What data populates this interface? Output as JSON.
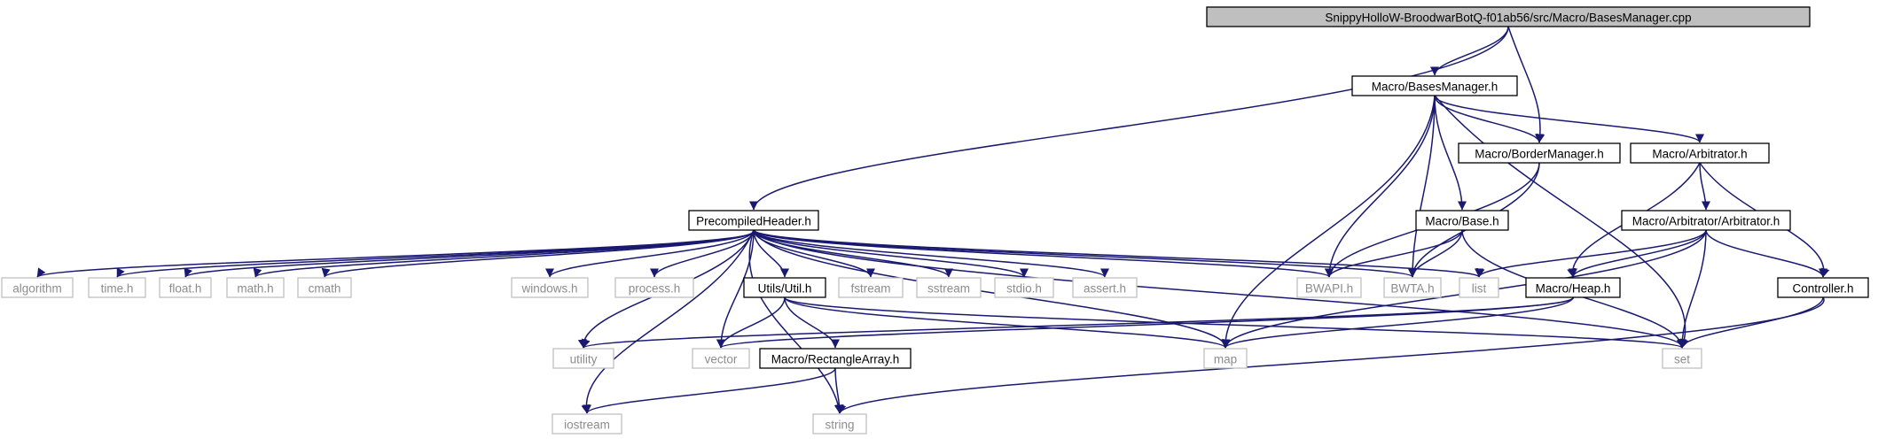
{
  "graph": {
    "type": "include-dependency-graph",
    "colors": {
      "edge": "#191970",
      "root_fill": "#bfbfbf",
      "node_border": "#000000",
      "external_border": "#bfbfbf",
      "external_text": "#8c8c8c"
    },
    "nodes": [
      {
        "id": "root",
        "label": "SnippyHolloW-BroodwarBotQ-f01ab56/src/Macro/BasesManager.cpp",
        "kind": "root"
      },
      {
        "id": "basesmanager_h",
        "label": "Macro/BasesManager.h",
        "kind": "primary"
      },
      {
        "id": "precompiled",
        "label": "PrecompiledHeader.h",
        "kind": "primary"
      },
      {
        "id": "bordermanager",
        "label": "Macro/BorderManager.h",
        "kind": "primary"
      },
      {
        "id": "arbitrator_h",
        "label": "Macro/Arbitrator.h",
        "kind": "primary"
      },
      {
        "id": "base_h",
        "label": "Macro/Base.h",
        "kind": "primary"
      },
      {
        "id": "arbarb",
        "label": "Macro/Arbitrator/Arbitrator.h",
        "kind": "primary"
      },
      {
        "id": "utilh",
        "label": "Utils/Util.h",
        "kind": "primary"
      },
      {
        "id": "heap",
        "label": "Macro/Heap.h",
        "kind": "primary"
      },
      {
        "id": "controller",
        "label": "Controller.h",
        "kind": "primary"
      },
      {
        "id": "rectarr",
        "label": "Macro/RectangleArray.h",
        "kind": "primary"
      },
      {
        "id": "algorithm",
        "label": "algorithm",
        "kind": "external"
      },
      {
        "id": "time",
        "label": "time.h",
        "kind": "external"
      },
      {
        "id": "float",
        "label": "float.h",
        "kind": "external"
      },
      {
        "id": "math",
        "label": "math.h",
        "kind": "external"
      },
      {
        "id": "cmath",
        "label": "cmath",
        "kind": "external"
      },
      {
        "id": "windows",
        "label": "windows.h",
        "kind": "external"
      },
      {
        "id": "process",
        "label": "process.h",
        "kind": "external"
      },
      {
        "id": "fstream",
        "label": "fstream",
        "kind": "external"
      },
      {
        "id": "sstream",
        "label": "sstream",
        "kind": "external"
      },
      {
        "id": "stdio",
        "label": "stdio.h",
        "kind": "external"
      },
      {
        "id": "assert",
        "label": "assert.h",
        "kind": "external"
      },
      {
        "id": "bwapi",
        "label": "BWAPI.h",
        "kind": "external"
      },
      {
        "id": "bwta",
        "label": "BWTA.h",
        "kind": "external"
      },
      {
        "id": "list",
        "label": "list",
        "kind": "external"
      },
      {
        "id": "utility",
        "label": "utility",
        "kind": "external"
      },
      {
        "id": "vector",
        "label": "vector",
        "kind": "external"
      },
      {
        "id": "map",
        "label": "map",
        "kind": "external"
      },
      {
        "id": "set",
        "label": "set",
        "kind": "external"
      },
      {
        "id": "iostream",
        "label": "iostream",
        "kind": "external"
      },
      {
        "id": "string",
        "label": "string",
        "kind": "external"
      }
    ],
    "edges": [
      {
        "from": "root",
        "to": "basesmanager_h"
      },
      {
        "from": "root",
        "to": "precompiled"
      },
      {
        "from": "root",
        "to": "bordermanager"
      },
      {
        "from": "basesmanager_h",
        "to": "bordermanager"
      },
      {
        "from": "basesmanager_h",
        "to": "arbitrator_h"
      },
      {
        "from": "basesmanager_h",
        "to": "base_h"
      },
      {
        "from": "basesmanager_h",
        "to": "bwapi"
      },
      {
        "from": "basesmanager_h",
        "to": "bwta"
      },
      {
        "from": "basesmanager_h",
        "to": "map"
      },
      {
        "from": "basesmanager_h",
        "to": "set"
      },
      {
        "from": "bordermanager",
        "to": "bwapi"
      },
      {
        "from": "bordermanager",
        "to": "bwta"
      },
      {
        "from": "arbitrator_h",
        "to": "arbarb"
      },
      {
        "from": "arbitrator_h",
        "to": "heap"
      },
      {
        "from": "arbitrator_h",
        "to": "controller"
      },
      {
        "from": "base_h",
        "to": "bwapi"
      },
      {
        "from": "base_h",
        "to": "bwta"
      },
      {
        "from": "base_h",
        "to": "set"
      },
      {
        "from": "arbarb",
        "to": "list"
      },
      {
        "from": "arbarb",
        "to": "heap"
      },
      {
        "from": "arbarb",
        "to": "controller"
      },
      {
        "from": "arbarb",
        "to": "map"
      },
      {
        "from": "arbarb",
        "to": "set"
      },
      {
        "from": "precompiled",
        "to": "algorithm"
      },
      {
        "from": "precompiled",
        "to": "time"
      },
      {
        "from": "precompiled",
        "to": "float"
      },
      {
        "from": "precompiled",
        "to": "math"
      },
      {
        "from": "precompiled",
        "to": "cmath"
      },
      {
        "from": "precompiled",
        "to": "windows"
      },
      {
        "from": "precompiled",
        "to": "process"
      },
      {
        "from": "precompiled",
        "to": "utilh"
      },
      {
        "from": "precompiled",
        "to": "fstream"
      },
      {
        "from": "precompiled",
        "to": "sstream"
      },
      {
        "from": "precompiled",
        "to": "stdio"
      },
      {
        "from": "precompiled",
        "to": "assert"
      },
      {
        "from": "precompiled",
        "to": "bwapi"
      },
      {
        "from": "precompiled",
        "to": "bwta"
      },
      {
        "from": "precompiled",
        "to": "list"
      },
      {
        "from": "precompiled",
        "to": "vector"
      },
      {
        "from": "precompiled",
        "to": "map"
      },
      {
        "from": "precompiled",
        "to": "set"
      },
      {
        "from": "precompiled",
        "to": "utility"
      },
      {
        "from": "precompiled",
        "to": "iostream"
      },
      {
        "from": "precompiled",
        "to": "string"
      },
      {
        "from": "utilh",
        "to": "vector"
      },
      {
        "from": "utilh",
        "to": "rectarr"
      },
      {
        "from": "utilh",
        "to": "map"
      },
      {
        "from": "utilh",
        "to": "set"
      },
      {
        "from": "rectarr",
        "to": "iostream"
      },
      {
        "from": "rectarr",
        "to": "string"
      },
      {
        "from": "heap",
        "to": "utility"
      },
      {
        "from": "heap",
        "to": "vector"
      },
      {
        "from": "heap",
        "to": "map"
      },
      {
        "from": "controller",
        "to": "set"
      },
      {
        "from": "controller",
        "to": "string"
      }
    ]
  }
}
